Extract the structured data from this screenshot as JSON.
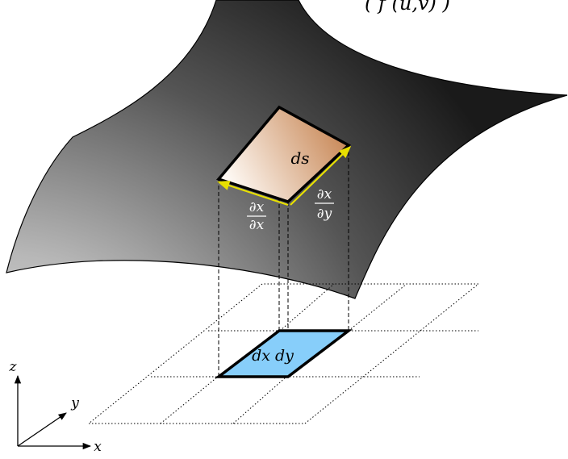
{
  "labels": {
    "top_formula": "( f (u,v) )",
    "surface_element": "ds",
    "domain_element": "dx dy",
    "partial_x_num": "∂x",
    "partial_x_den": "∂x",
    "partial_y_num": "∂x",
    "partial_y_den": "∂y"
  },
  "axes": {
    "x_label": "x",
    "y_label": "y",
    "z_label": "z"
  },
  "colors": {
    "surface_light": "#f0f0f0",
    "surface_dark": "#1a1a1a",
    "patch_light": "#fbf3ec",
    "patch_dark": "#c98a5a",
    "domain_patch": "#87cefa",
    "tangent_vectors": "#e8e000",
    "outline": "#000000"
  }
}
